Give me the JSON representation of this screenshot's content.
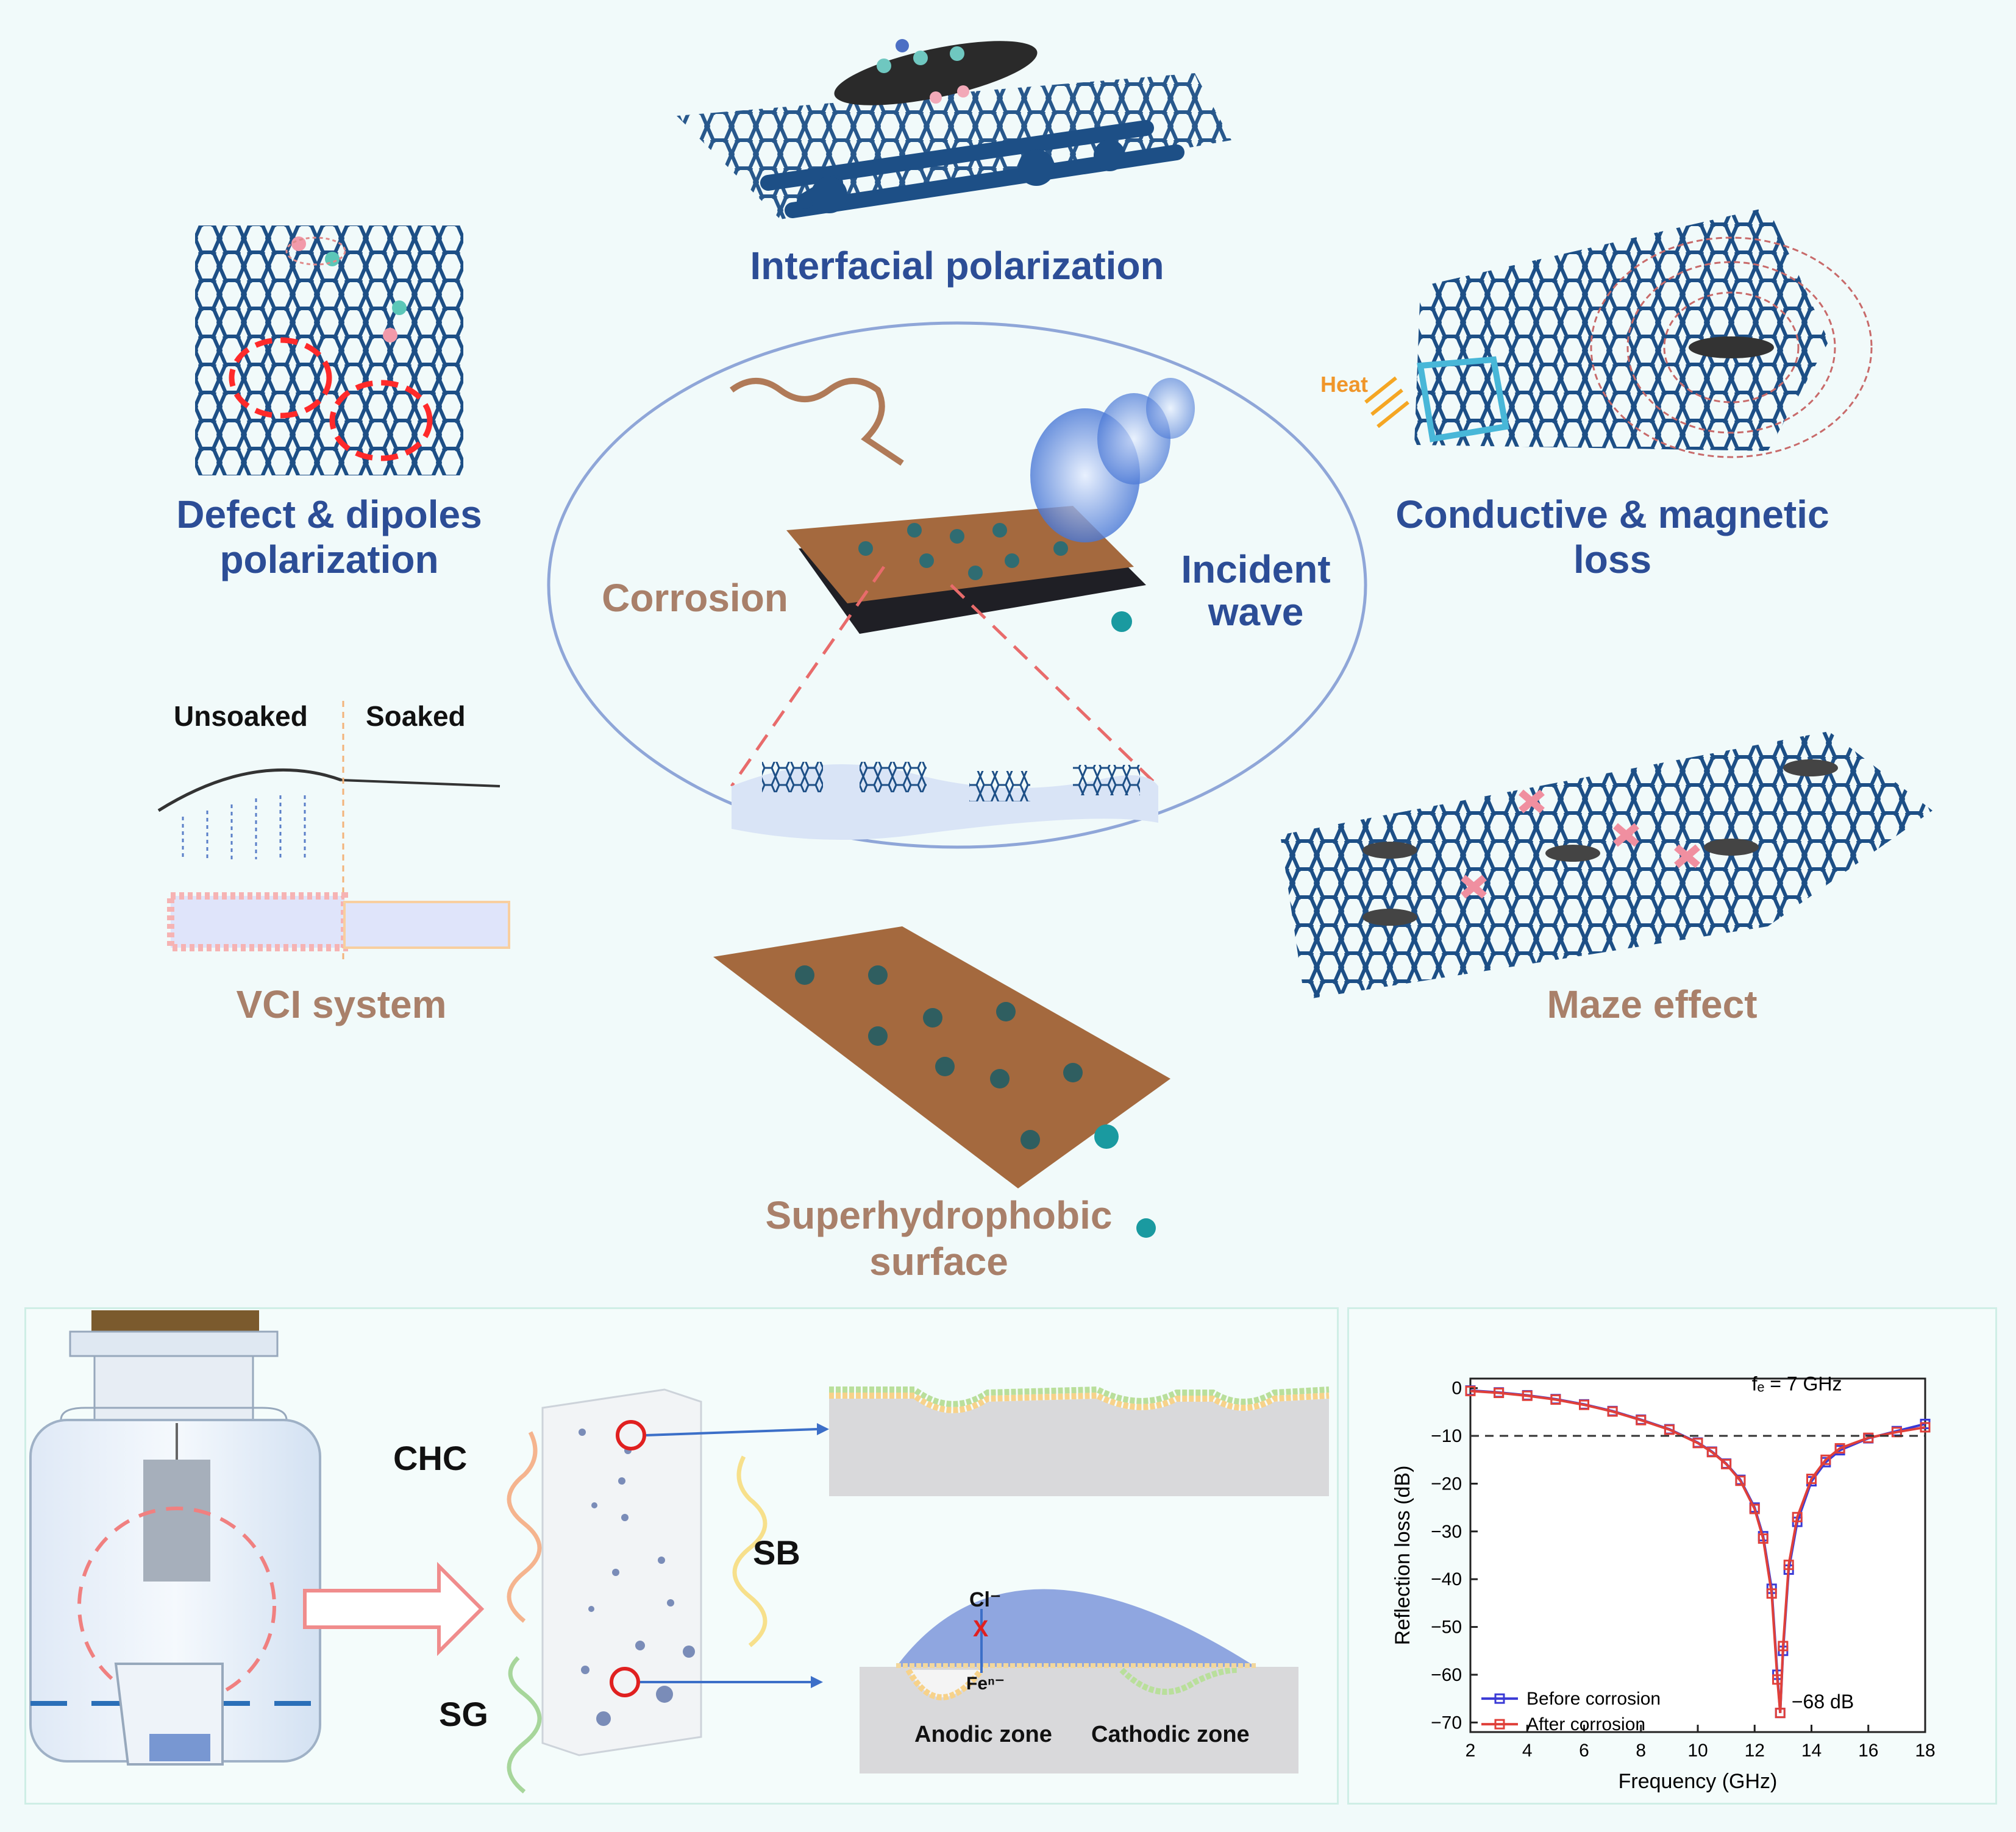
{
  "mechanisms": {
    "interfacial": "Interfacial polarization",
    "defect_line1": "Defect & dipoles",
    "defect_line2": "polarization",
    "conductive_line1": "Conductive & magnetic",
    "conductive_line2": "loss",
    "heat": "Heat",
    "corrosion": "Corrosion",
    "incident_line1": "Incident",
    "incident_line2": "wave",
    "unsoaked": "Unsoaked",
    "soaked": "Soaked",
    "vci": "VCI system",
    "maze": "Maze effect",
    "superhydrophobic_line1": "Superhydrophobic",
    "superhydrophobic_line2": "surface"
  },
  "experiment": {
    "chc": "CHC",
    "sb": "SB",
    "sg": "SG",
    "cl": "Cl⁻",
    "x_mark": "X",
    "fe": "Feⁿ⁻",
    "anodic": "Anodic zone",
    "cathodic": "Cathodic zone"
  },
  "chart_data": {
    "type": "line",
    "xlabel": "Frequency (GHz)",
    "ylabel": "Reflection loss (dB)",
    "xlim": [
      2,
      18
    ],
    "ylim": [
      -72,
      2
    ],
    "xticks": [
      "2",
      "4",
      "6",
      "8",
      "10",
      "12",
      "14",
      "16",
      "18"
    ],
    "yticks": [
      "0",
      "−10",
      "−20",
      "−30",
      "−40",
      "−50",
      "−60",
      "−70"
    ],
    "threshold": -10,
    "annotation_fe": "fₑ = 7 GHz",
    "annotation_min": "−68 dB",
    "legend_position": "bottom-left",
    "series": [
      {
        "name": "Before corrosion",
        "color": "#3a3ad6",
        "x": [
          2,
          3,
          4,
          5,
          6,
          7,
          8,
          9,
          10,
          10.5,
          11,
          11.5,
          12,
          12.3,
          12.6,
          12.8,
          12.9,
          13.0,
          13.2,
          13.5,
          14,
          14.5,
          15,
          16,
          17,
          18
        ],
        "y": [
          -0.5,
          -0.9,
          -1.5,
          -2.3,
          -3.4,
          -4.8,
          -6.6,
          -8.6,
          -11.4,
          -13.3,
          -15.8,
          -19.2,
          -25,
          -31,
          -42,
          -60,
          -68,
          -55,
          -38,
          -28,
          -19.5,
          -15.5,
          -13,
          -10.5,
          -9,
          -7.5
        ]
      },
      {
        "name": "After corrosion",
        "color": "#e0403a",
        "x": [
          2,
          3,
          4,
          5,
          6,
          7,
          8,
          9,
          10,
          10.5,
          11,
          11.5,
          12,
          12.3,
          12.6,
          12.8,
          12.9,
          13.0,
          13.2,
          13.5,
          14,
          14.5,
          15,
          16,
          17,
          18
        ],
        "y": [
          -0.6,
          -1.0,
          -1.6,
          -2.4,
          -3.5,
          -4.9,
          -6.7,
          -8.7,
          -11.5,
          -13.4,
          -15.9,
          -19.4,
          -25.3,
          -31.5,
          -43,
          -61,
          -68,
          -54,
          -37,
          -27,
          -19,
          -15,
          -12.6,
          -10.4,
          -9.2,
          -8.2
        ]
      }
    ]
  },
  "colors": {
    "blue_text": "#2c4d96",
    "brown_text": "#a9806a",
    "graphene": "#1d4f86",
    "coating": "#a4693e",
    "panel_border": "#cfeee6"
  }
}
